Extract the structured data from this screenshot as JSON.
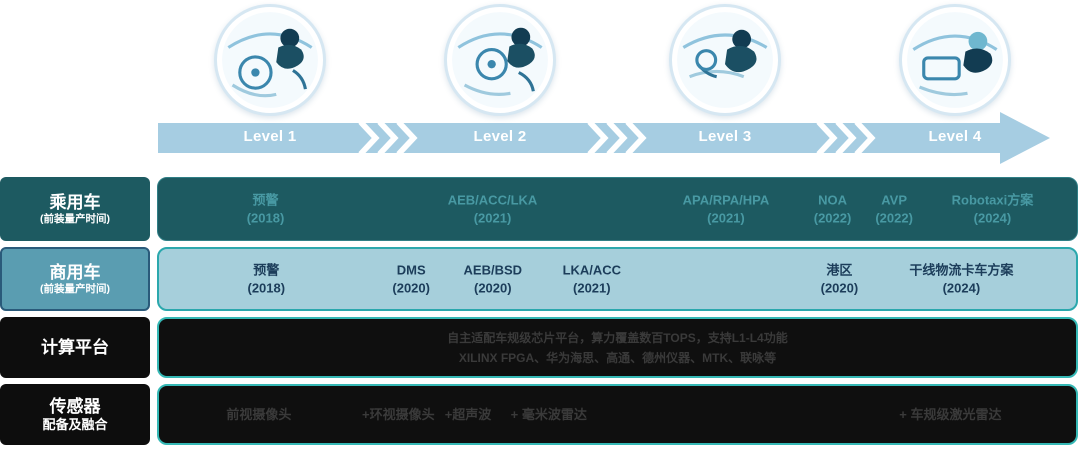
{
  "timeline": {
    "levels": [
      "Level 1",
      "Level 2",
      "Level 3",
      "Level 4"
    ],
    "arrow_color": "#a6cde2"
  },
  "rows": {
    "passenger": {
      "title": "乘用车",
      "subtitle": "(前装量产时间)",
      "items": [
        {
          "name": "预警",
          "year": "(2018)"
        },
        {
          "name": "AEB/ACC/LKA",
          "year": "(2021)"
        },
        {
          "name": "APA/RPA/HPA",
          "year": "(2021)"
        },
        {
          "name": "NOA",
          "year": "(2022)"
        },
        {
          "name": "AVP",
          "year": "(2022)"
        },
        {
          "name": "Robotaxi方案",
          "year": "(2024)"
        }
      ]
    },
    "commercial": {
      "title": "商用车",
      "subtitle": "(前装量产时间)",
      "items": [
        {
          "name": "预警",
          "year": "(2018)"
        },
        {
          "name": "DMS",
          "year": "(2020)"
        },
        {
          "name": "AEB/BSD",
          "year": "(2020)"
        },
        {
          "name": "LKA/ACC",
          "year": "(2021)"
        },
        {
          "name": "港区",
          "year": "(2020)"
        },
        {
          "name": "干线物流卡车方案",
          "year": "(2024)"
        }
      ]
    },
    "computing": {
      "title": "计算平台",
      "line1": "自主适配车规级芯片平台，算力覆盖数百TOPS，支持L1-L4功能",
      "line2": "XILINX FPGA、华为海思、高通、德州仪器、MTK、联咏等"
    },
    "sensor": {
      "title": "传感器",
      "subtitle": "配备及融合",
      "items": [
        {
          "name": "前视摄像头"
        },
        {
          "name": "+环视摄像头"
        },
        {
          "name": "+超声波"
        },
        {
          "name": "+ 毫米波雷达"
        },
        {
          "name": "+ 车规级激光雷达"
        }
      ]
    }
  },
  "colors": {
    "passenger_bg": "#1d5a61",
    "commercial_bg": "#a6cfdb",
    "dark_row_bg": "#0f0f0f",
    "teal_border": "#35b8b5",
    "arrow": "#a6cde2"
  }
}
